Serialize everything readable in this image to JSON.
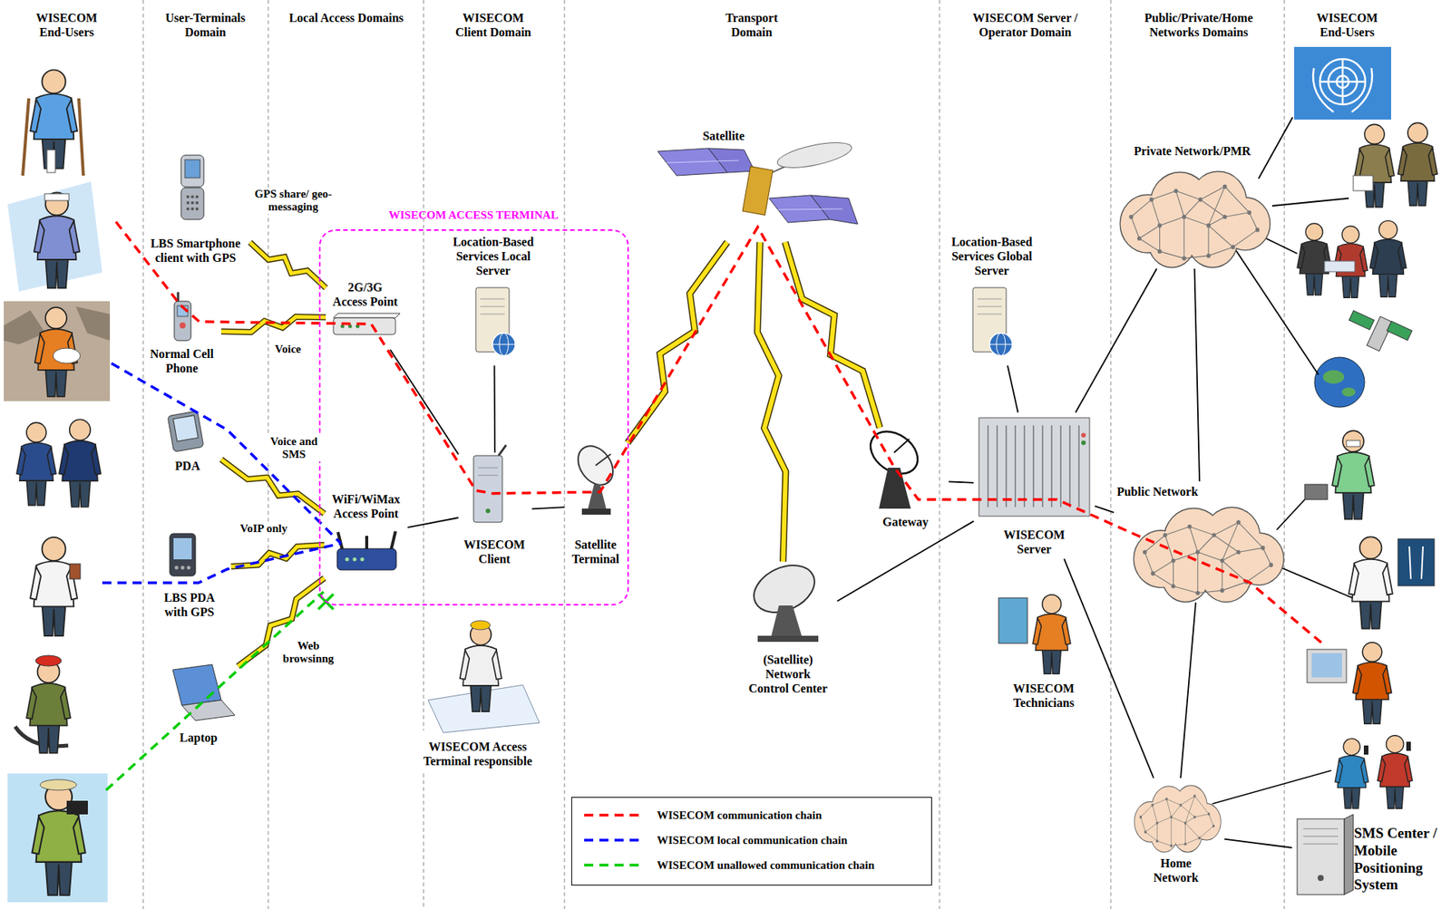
{
  "diagram": {
    "nodes": [
      {
        "text": [
          "LBS Smartphone client with GPS"
        ]
      },
      {
        "text": [
          "Normal Cell Phone"
        ]
      },
      {
        "text": [
          "PDA"
        ]
      },
      {
        "text": [
          "LBS PDA with GPS"
        ]
      },
      {
        "text": [
          "Laptop"
        ]
      },
      {
        "text": [
          "WISECOM ACCESS TERMINAL"
        ]
      },
      {
        "text": [
          "2G/3G Access Point"
        ],
        "in": 5
      },
      {
        "text": [
          "Location-Based Services Local Server"
        ],
        "in": 5
      },
      {
        "text": [
          "WiFi/WiMax Access Point"
        ],
        "in": 5
      },
      {
        "text": [
          "WISECOM Client"
        ],
        "in": 5
      },
      {
        "text": [
          "Satellite Terminal"
        ],
        "in": 5
      },
      {
        "text": [
          "WISECOM Access Terminal responsible"
        ]
      },
      {
        "text": [
          "Satellite"
        ]
      },
      {
        "text": [
          "(Satellite) Network Control Center"
        ]
      },
      {
        "text": [
          "Gateway"
        ]
      },
      {
        "text": [
          "Location-Based Services Global Server"
        ]
      },
      {
        "text": [
          "WISECOM Server"
        ]
      },
      {
        "text": [
          "WISECOM Technicians"
        ]
      },
      {
        "text": [
          "Private Network/PMR"
        ]
      },
      {
        "text": [
          "Public Network"
        ]
      },
      {
        "text": [
          "Home Network"
        ]
      },
      {
        "text": [
          "SMS Center / Mobile Positioning System"
        ]
      }
    ],
    "edges": [
      {
        "from": 0,
        "to": 6,
        "label": "GPS share/ geo-messaging",
        "arrow": "none"
      },
      {
        "from": 1,
        "to": 6,
        "label": "Voice",
        "arrow": "none"
      },
      {
        "from": 2,
        "to": 8,
        "label": "Voice and SMS",
        "arrow": "none"
      },
      {
        "from": 3,
        "to": 8,
        "label": "VoIP only",
        "arrow": "none"
      },
      {
        "from": 4,
        "to": 8,
        "label": "Web browsinng",
        "arrow": "none"
      },
      {
        "from": 6,
        "to": 9,
        "arrow": "none"
      },
      {
        "from": 8,
        "to": 9,
        "arrow": "none"
      },
      {
        "from": 7,
        "to": 9,
        "arrow": "none"
      },
      {
        "from": 9,
        "to": 10,
        "arrow": "none"
      },
      {
        "from": 10,
        "to": 12,
        "arrow": "none"
      },
      {
        "from": 12,
        "to": 14,
        "arrow": "none"
      },
      {
        "from": 12,
        "to": 13,
        "arrow": "none"
      },
      {
        "from": 13,
        "to": 16,
        "arrow": "none"
      },
      {
        "from": 14,
        "to": 16,
        "arrow": "none"
      },
      {
        "from": 15,
        "to": 16,
        "arrow": "none"
      },
      {
        "from": 16,
        "to": 18,
        "arrow": "none"
      },
      {
        "from": 16,
        "to": 19,
        "arrow": "none"
      },
      {
        "from": 16,
        "to": 20,
        "arrow": "none"
      },
      {
        "from": 18,
        "to": 19,
        "arrow": "none"
      },
      {
        "from": 19,
        "to": 20,
        "arrow": "none"
      },
      {
        "from": 20,
        "to": 21,
        "arrow": "none"
      }
    ],
    "labels": [
      "WISECOM End-Users",
      "User-Terminals Domain",
      "Local Access Domains",
      "WISECOM Client Domain",
      "Transport Domain",
      "WISECOM Server / Operator Domain",
      "Public/Private/Home Networks Domains",
      "WISECOM End-Users"
    ],
    "legend": [
      {
        "text": "WISECOM communication chain"
      },
      {
        "text": "WISECOM local communication chain"
      },
      {
        "text": "WISECOM unallowed communication chain"
      }
    ]
  }
}
